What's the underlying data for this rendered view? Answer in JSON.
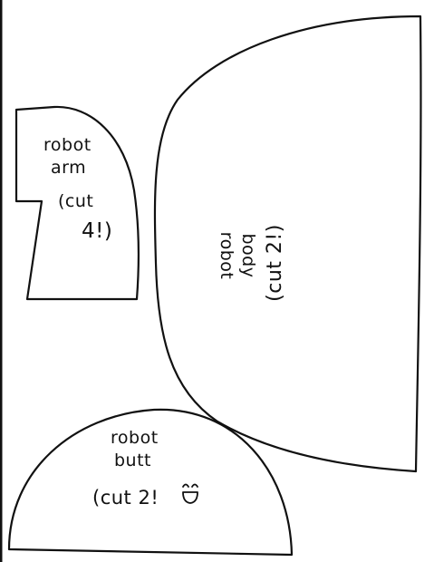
{
  "page": {
    "background": "#ffffff",
    "ink_color": "#111111"
  },
  "pieces": {
    "arm": {
      "title_line1": "robot",
      "title_line2": "arm",
      "count_line1": "(cut",
      "count_line2": "4!)"
    },
    "body": {
      "title_line1": "robot",
      "title_line2": "body",
      "count": "(cut 2!)"
    },
    "butt": {
      "title_line1": "robot",
      "title_line2": "butt",
      "count": "(cut 2!",
      "face_icon": "smiley-face-icon"
    }
  }
}
